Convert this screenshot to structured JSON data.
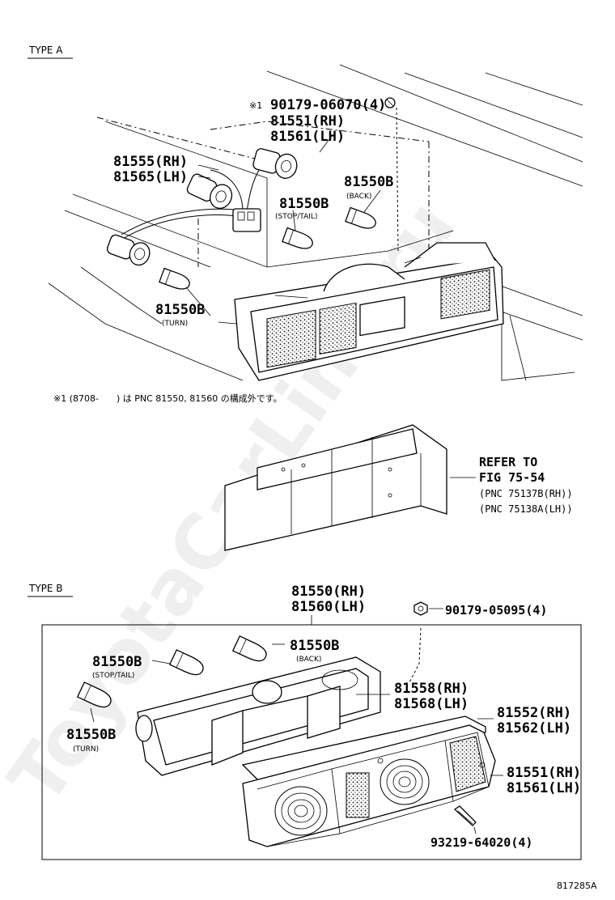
{
  "sections": {
    "type_a": "TYPE A",
    "type_b": "TYPE B"
  },
  "type_a": {
    "mark_prefix": "※1",
    "screw_label": "90179-06070(4)",
    "lamp_rh": "81551(RH)",
    "lamp_lh": "81561(LH)",
    "socket_rh": "81555(RH)",
    "socket_lh": "81565(LH)",
    "bulb_back": "81550B",
    "bulb_back_sub": "(BACK)",
    "bulb_stop": "81550B",
    "bulb_stop_sub": "(STOP/TAIL)",
    "bulb_turn": "81550B",
    "bulb_turn_sub": "(TURN)",
    "footnote": "※1 (8708-　　) は PNC 81550, 81560 の構成外です。"
  },
  "refer": {
    "line1": "REFER TO",
    "line2": "FIG 75-54",
    "line3": "(PNC 75137B(RH))",
    "line4": "(PNC 75138A(LH))"
  },
  "type_b": {
    "assy_rh": "81550(RH)",
    "assy_lh": "81560(LH)",
    "nut_label": "90179-05095(4)",
    "bulb_back": "81550B",
    "bulb_back_sub": "(BACK)",
    "bulb_stop": "81550B",
    "bulb_stop_sub": "(STOP/TAIL)",
    "bulb_turn": "81550B",
    "bulb_turn_sub": "(TURN)",
    "socket_rh": "81558(RH)",
    "socket_lh": "81568(LH)",
    "gasket_rh": "81552(RH)",
    "gasket_lh": "81562(LH)",
    "lens_rh": "81551(RH)",
    "lens_lh": "81561(LH)",
    "screw_label": "93219-64020(4)"
  },
  "diagram_code": "817285A",
  "watermark": "ToyotaCarLine.ru"
}
